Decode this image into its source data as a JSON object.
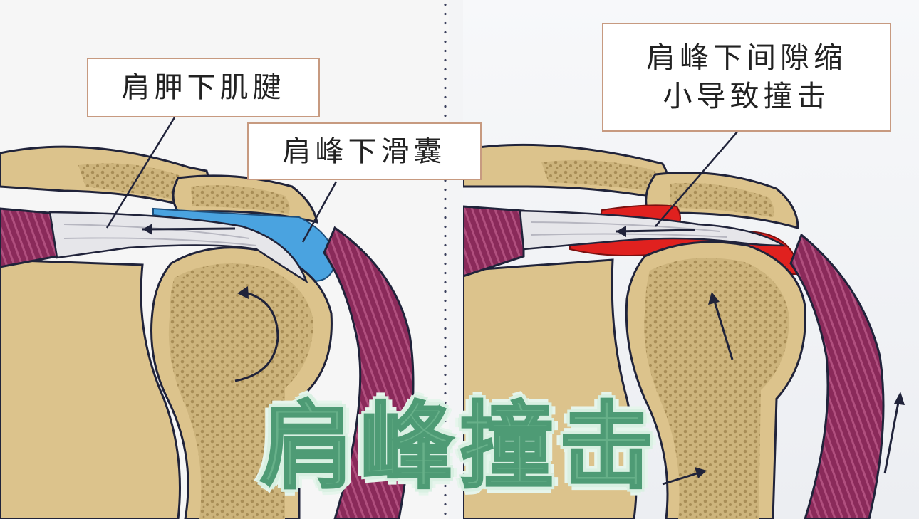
{
  "labels": {
    "subscapularis_tendon": "肩胛下肌腱",
    "subacromial_bursa": "肩峰下滑囊",
    "impingement_line1": "肩峰下间隙缩",
    "impingement_line2": "小导致撞击"
  },
  "title": "肩峰撞击",
  "colors": {
    "bone_shaft": "#dcc38c",
    "bone_inner": "#b9a06a",
    "muscle": "#8a2a5a",
    "bursa_normal": "#4aa3e0",
    "bursa_inflamed": "#e0211f",
    "title_green": "#67b089",
    "label_border": "#c79a80"
  },
  "icons": {
    "motion_arrow": "curved-arrow",
    "superior_migration_arrow": "straight-arrow"
  }
}
